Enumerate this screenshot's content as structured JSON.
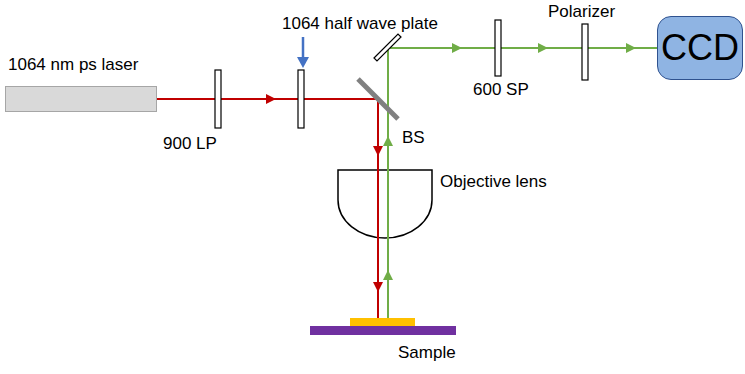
{
  "diagram": {
    "nodes": [
      {
        "text": [
          "1064 nm ps laser"
        ]
      },
      {
        "text": [
          "CCD"
        ]
      }
    ],
    "labels": [
      "900 LP",
      "1064 half wave plate",
      "BS",
      "600 SP",
      "Polarizer",
      "Objective lens",
      "Sample"
    ]
  }
}
